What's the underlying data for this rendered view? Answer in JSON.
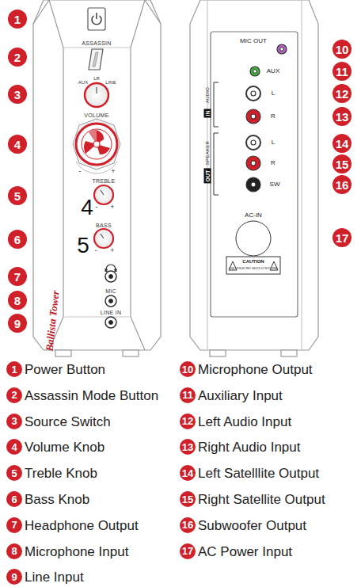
{
  "diagram": {
    "labels": [
      "1",
      "2",
      "3",
      "4",
      "5",
      "6",
      "7",
      "8",
      "9",
      "10",
      "11",
      "12",
      "13",
      "14",
      "15",
      "16",
      "17",
      "ASSASSIN",
      "AUX",
      "LR",
      "LINE",
      "VOLUME",
      "-",
      "+",
      "TREBLE",
      "4",
      "-",
      "+",
      "BASS",
      "5",
      "-",
      "+",
      "MIC",
      "LINE IN",
      "Ballista Tower",
      "MIC OUT",
      "AUX",
      "AUDIO",
      "IN",
      "L",
      "R",
      "SPEAKER",
      "OUT",
      "L",
      "R",
      "SW",
      "AC-IN",
      "CAUTION",
      "RISK OF ELECTRIC SHOCK DO NOT OPEN",
      "1",
      "Power Button",
      "2",
      "Assassin Mode Button",
      "3",
      "Source Switch",
      "4",
      "Volume Knob",
      "5",
      "Treble Knob",
      "6",
      "Bass Knob",
      "7",
      "Headphone Output",
      "8",
      "Microphone Input",
      "9",
      "Line Input",
      "10",
      "Microphone Output",
      "11",
      "Auxiliary Input",
      "12",
      "Left Audio Input",
      "13",
      "Right Audio Input",
      "14",
      "Left Satelllite Output",
      "15",
      "Right Satellite Output",
      "16",
      "Subwoofer Output",
      "17",
      "AC Power Input"
    ]
  }
}
